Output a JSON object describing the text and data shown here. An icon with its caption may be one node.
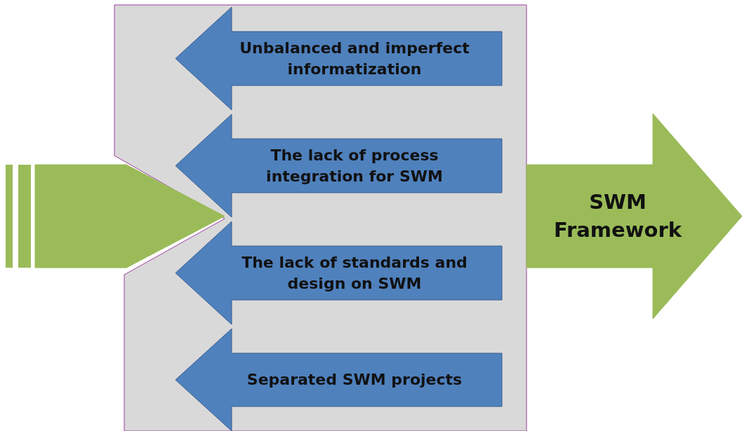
{
  "diagram": {
    "nodes": [
      {
        "text": [],
        "shape": "box"
      },
      {
        "text": [
          "Unbalanced and imperfect informatization"
        ],
        "in": 0
      },
      {
        "text": [
          "The lack of process integration for SWM"
        ],
        "in": 0
      },
      {
        "text": [
          "The lack of standards and design on SWM"
        ],
        "in": 0
      },
      {
        "text": [
          "Separated SWM projects"
        ],
        "in": 0
      },
      {
        "text": [],
        "shape": "arrow"
      },
      {
        "text": [
          "SWM Framework"
        ]
      }
    ]
  }
}
